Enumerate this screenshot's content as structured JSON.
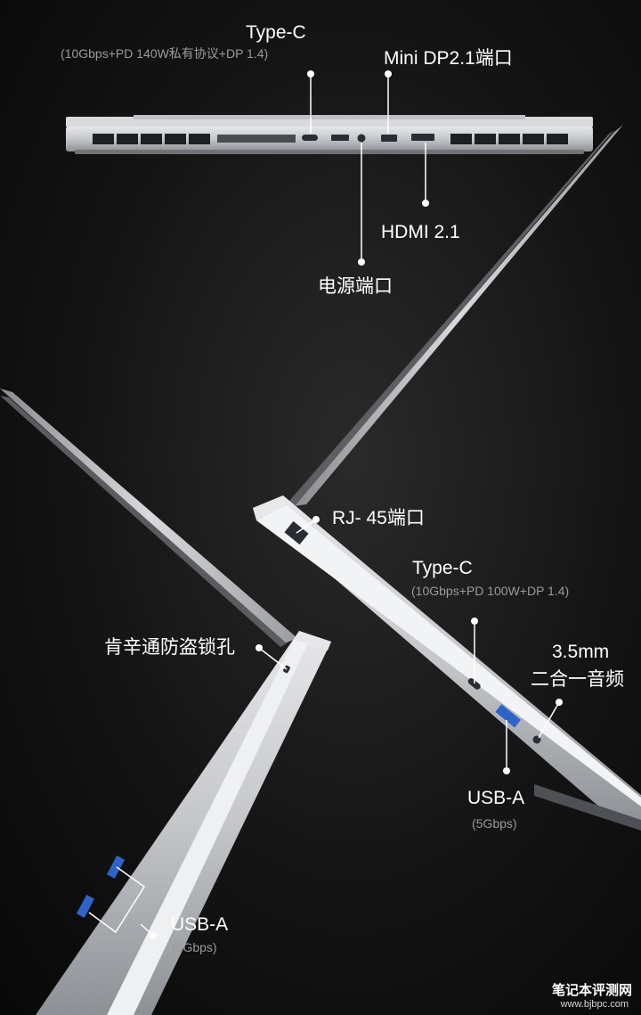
{
  "top_labels": {
    "typec_title": "Type-C",
    "typec_spec": "(10Gbps+PD 140W私有协议+DP 1.4)",
    "minidp": "Mini DP2.1端口",
    "hdmi": "HDMI 2.1",
    "power": "电源端口"
  },
  "right_labels": {
    "rj45": "RJ- 45端口",
    "typec_title": "Type-C",
    "typec_spec": "(10Gbps+PD 100W+DP 1.4)",
    "audio_line1": "3.5mm",
    "audio_line2": "二合一音频",
    "usba_title": "USB-A",
    "usba_spec": "(5Gbps)"
  },
  "left_labels": {
    "lock": "肯辛通防盗锁孔",
    "usba_title": "USB-A",
    "usba_spec": "(5Gbps)"
  },
  "watermark": {
    "cn": "笔记本评测网",
    "url": "www.bjbpc.com"
  },
  "colors": {
    "background": "#111111",
    "chassis": "#c9cbcf",
    "port": "#2a2d33",
    "usb_blue": "#2f63c8",
    "leader_line": "#ffffff"
  }
}
